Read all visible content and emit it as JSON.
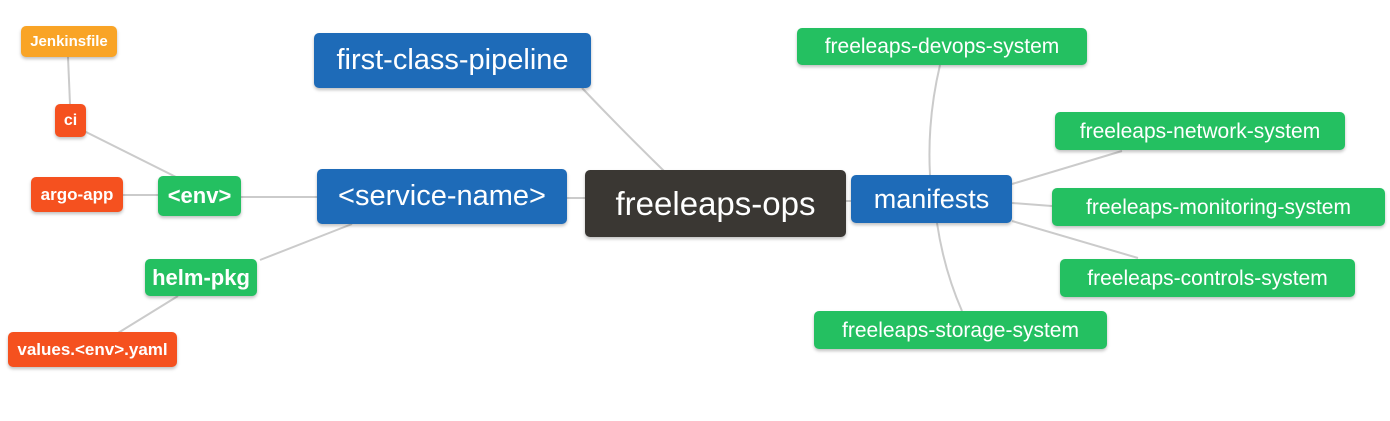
{
  "diagram": {
    "type": "mindmap",
    "background": "#ffffff",
    "root": {
      "label": "freeleaps-ops"
    },
    "nodes": {
      "jenkinsfile": {
        "label": "Jenkinsfile",
        "level": 4,
        "color": "#f9a426"
      },
      "ci": {
        "label": "ci",
        "level": 3,
        "color": "#f5511f"
      },
      "argo_app": {
        "label": "argo-app",
        "level": 3,
        "color": "#f5511f"
      },
      "env": {
        "label": "<env>",
        "level": 2,
        "color": "#24c061"
      },
      "helm_pkg": {
        "label": "helm-pkg",
        "level": 2,
        "color": "#24c061"
      },
      "values_yaml": {
        "label": "values.<env>.yaml",
        "level": 3,
        "color": "#f5511f"
      },
      "first_class_pipeline": {
        "label": "first-class-pipeline",
        "level": 1,
        "color": "#1e6bb8"
      },
      "service_name": {
        "label": "<service-name>",
        "level": 1,
        "color": "#1e6bb8"
      },
      "freeleaps_ops": {
        "label": "freeleaps-ops",
        "level": 0,
        "color": "#3a3733"
      },
      "manifests": {
        "label": "manifests",
        "level": 1,
        "color": "#1e6bb8"
      },
      "devops_system": {
        "label": "freeleaps-devops-system",
        "level": 2,
        "color": "#24c061"
      },
      "network_system": {
        "label": "freeleaps-network-system",
        "level": 2,
        "color": "#24c061"
      },
      "monitoring_system": {
        "label": "freeleaps-monitoring-system",
        "level": 2,
        "color": "#24c061"
      },
      "controls_system": {
        "label": "freeleaps-controls-system",
        "level": 2,
        "color": "#24c061"
      },
      "storage_system": {
        "label": "freeleaps-storage-system",
        "level": 2,
        "color": "#24c061"
      }
    },
    "edges": [
      {
        "from": "Jenkinsfile",
        "to": "ci"
      },
      {
        "from": "ci",
        "to": "<env>"
      },
      {
        "from": "argo-app",
        "to": "<env>"
      },
      {
        "from": "<env>",
        "to": "<service-name>"
      },
      {
        "from": "helm-pkg",
        "to": "<service-name>"
      },
      {
        "from": "values.<env>.yaml",
        "to": "helm-pkg"
      },
      {
        "from": "first-class-pipeline",
        "to": "freeleaps-ops"
      },
      {
        "from": "<service-name>",
        "to": "freeleaps-ops"
      },
      {
        "from": "freeleaps-ops",
        "to": "manifests"
      },
      {
        "from": "manifests",
        "to": "freeleaps-devops-system"
      },
      {
        "from": "manifests",
        "to": "freeleaps-network-system"
      },
      {
        "from": "manifests",
        "to": "freeleaps-monitoring-system"
      },
      {
        "from": "manifests",
        "to": "freeleaps-controls-system"
      },
      {
        "from": "manifests",
        "to": "freeleaps-storage-system"
      }
    ],
    "colors": {
      "root_dark": "#3a3733",
      "level1_blue": "#1e6bb8",
      "level2_green": "#24c061",
      "level3_orange_red": "#f5511f",
      "level4_amber": "#f9a426",
      "link_gray": "#cbcbcb"
    }
  }
}
